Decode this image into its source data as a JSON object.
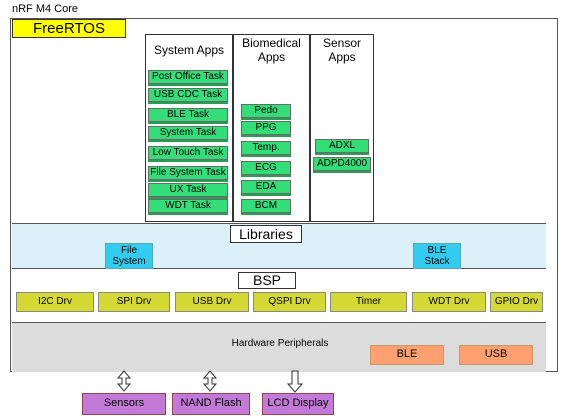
{
  "core_title": "nRF M4 Core",
  "freertos": "FreeRTOS",
  "columns": {
    "system_apps": {
      "title": "System Apps",
      "tasks": [
        "Post Office Task",
        "USB CDC Task",
        "BLE Task",
        "System Task",
        "Low Touch Task",
        "File System Task",
        "UX Task",
        "WDT Task"
      ]
    },
    "biomedical_apps": {
      "title_line1": "Biomedical",
      "title_line2": "Apps",
      "tasks": [
        "Pedo",
        "PPG",
        "Temp.",
        "ECG",
        "EDA",
        "BCM"
      ]
    },
    "sensor_apps": {
      "title_line1": "Sensor",
      "title_line2": "Apps",
      "tasks": [
        "ADXL",
        "ADPD4000"
      ]
    }
  },
  "libraries": {
    "title": "Libraries",
    "file_system": {
      "line1": "File",
      "line2": "System"
    },
    "ble_stack": {
      "line1": "BLE",
      "line2": "Stack"
    }
  },
  "bsp": {
    "title": "BSP",
    "drivers": [
      "I2C Drv",
      "SPI Drv",
      "USB Drv",
      "QSPI Drv",
      "Timer",
      "WDT Drv",
      "GPIO Drv"
    ]
  },
  "hardware": {
    "title": "Hardware Peripherals",
    "ble": "BLE",
    "usb": "USB"
  },
  "external": [
    "Sensors",
    "NAND Flash",
    "LCD Display"
  ],
  "colors": {
    "freertos": "#ffff00",
    "task_green": "#33dd77",
    "library_band": "#dcf0fa",
    "library_block": "#33ccf0",
    "driver": "#d4d832",
    "hardware_band": "#dcdcdc",
    "hardware_block": "#ffa070",
    "external": "#c37ad6"
  }
}
